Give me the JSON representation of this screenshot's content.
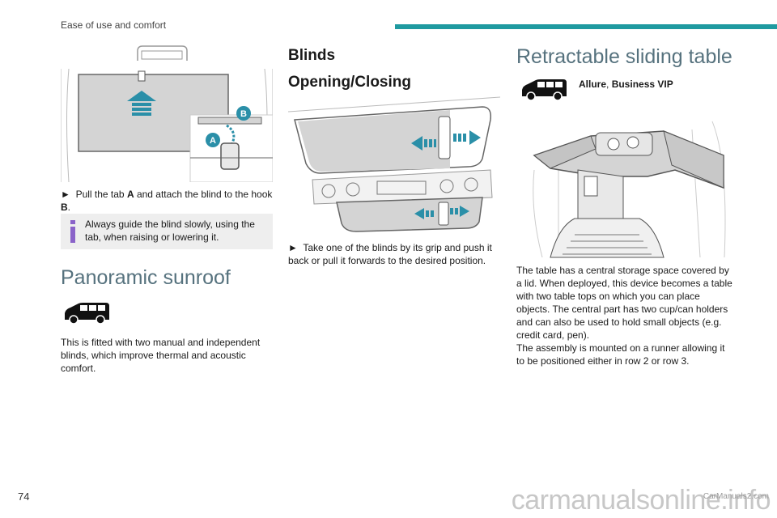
{
  "header": {
    "running_head": "Ease of use and comfort"
  },
  "footer": {
    "page_number": "74",
    "watermark": "carmanualsonline.info",
    "watermark_small": "CarManuals2.com"
  },
  "colors": {
    "accent": "#1f9aa0",
    "heading_gray": "#56727e",
    "info_icon": "#8a63c9",
    "arrow_blue": "#2a8fa8"
  },
  "left": {
    "figure_labels": {
      "a": "A",
      "b": "B"
    },
    "step1": {
      "bullet": "►",
      "t1": "Pull the tab ",
      "a": "A",
      "t2": " and attach the blind to the hook ",
      "b": "B",
      "t3": "."
    },
    "info_text": "Always guide the blind slowly, using the tab, when raising or lowering it.",
    "sunroof_heading": "Panoramic sunroof",
    "sunroof_body": "This is fitted with two manual and independent blinds, which improve thermal and acoustic comfort."
  },
  "middle": {
    "heading": "Blinds",
    "subheading": "Opening/Closing",
    "step": {
      "bullet": "►",
      "text": "Take one of the blinds by its grip and push it back or pull it forwards to the desired position."
    }
  },
  "right": {
    "heading": "Retractable sliding table",
    "versions": {
      "v1": "Allure",
      "sep": ", ",
      "v2": "Business VIP"
    },
    "body1": "The table has a central storage space covered by a lid. When deployed, this device becomes a table with two table tops on which you can place objects. The central part has two cup/can holders and can also be used to hold small objects (e.g. credit card, pen).",
    "body2": "The assembly is mounted on a runner allowing it to be positioned either in row 2 or row 3."
  }
}
